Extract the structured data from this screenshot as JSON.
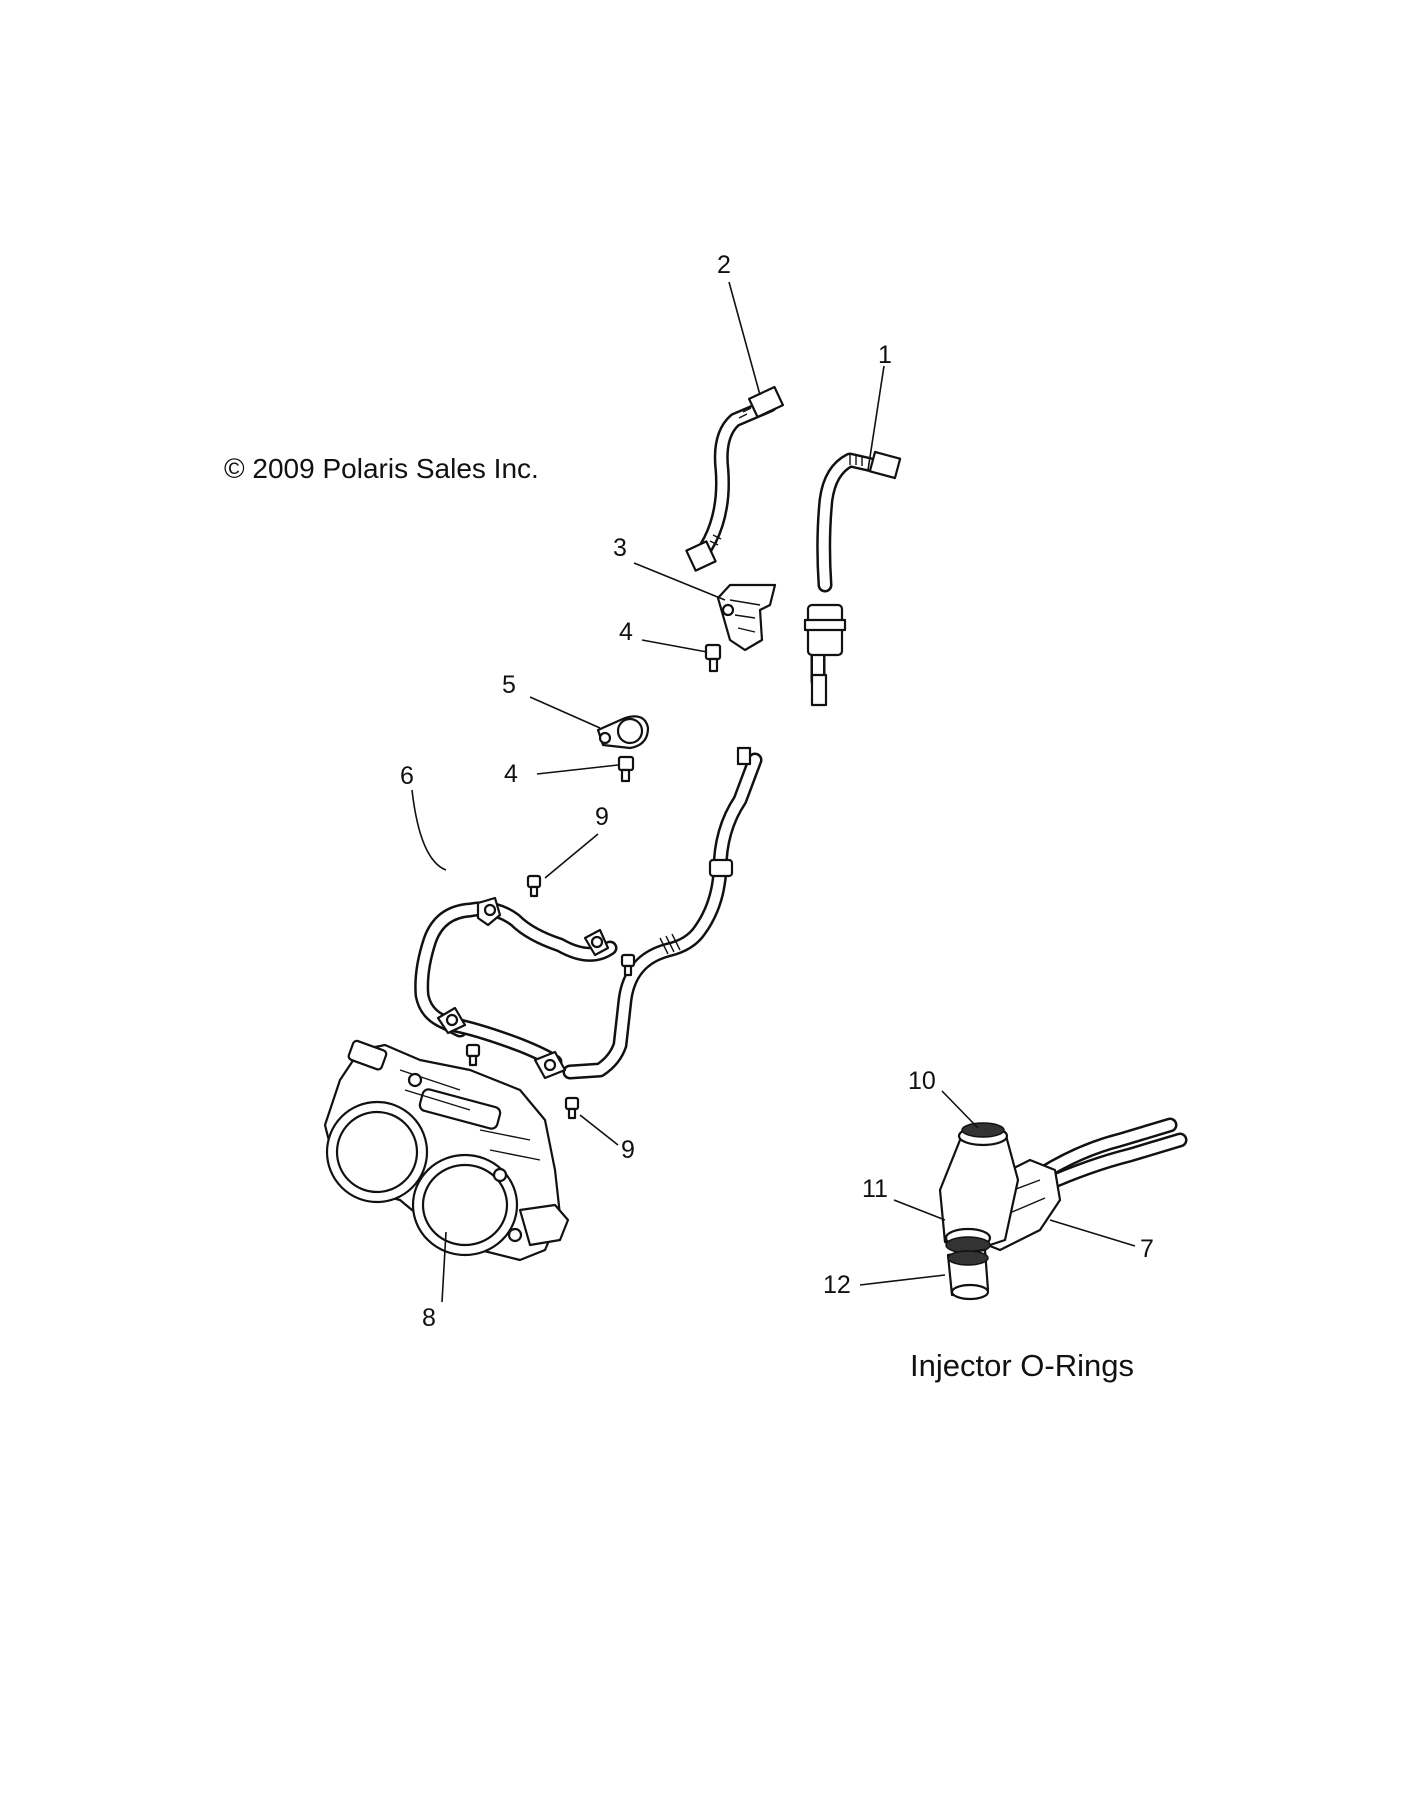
{
  "copyright": "© 2009 Polaris Sales Inc.",
  "caption": "Injector O-Rings",
  "callouts": [
    "1",
    "2",
    "3",
    "4",
    "4",
    "5",
    "6",
    "7",
    "8",
    "9",
    "9",
    "10",
    "11",
    "12"
  ]
}
